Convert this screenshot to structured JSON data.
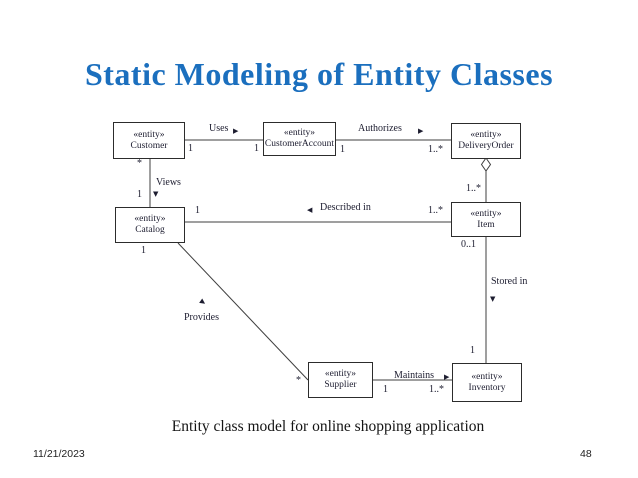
{
  "slide": {
    "title": "Static Modeling of Entity Classes",
    "caption": "Entity class model for online shopping application",
    "footer_date": "11/21/2023",
    "footer_page": "48"
  },
  "colors": {
    "title_blue": "#1b6fbe",
    "line": "#3f3f3f",
    "text": "#1d1d30"
  },
  "diagram": {
    "entities": [
      {
        "stereotype": "«entity»",
        "name": "Customer"
      },
      {
        "stereotype": "«entity»",
        "name": "CustomerAccount"
      },
      {
        "stereotype": "«entity»",
        "name": "DeliveryOrder"
      },
      {
        "stereotype": "«entity»",
        "name": "Catalog"
      },
      {
        "stereotype": "«entity»",
        "name": "Item"
      },
      {
        "stereotype": "«entity»",
        "name": "Supplier"
      },
      {
        "stereotype": "«entity»",
        "name": "Inventory"
      }
    ],
    "labels": {
      "uses": {
        "text": "Uses",
        "arrow": "▶"
      },
      "authorizes": {
        "text": "Authorizes",
        "arrow": "▶"
      },
      "views": {
        "text": "Views",
        "arrow": "▼"
      },
      "described_in": {
        "text": "Described in",
        "arrow": "◀"
      },
      "provides": {
        "text": "Provides",
        "arrow": "▶"
      },
      "stored_in": {
        "text": "Stored in",
        "arrow": "▼"
      },
      "maintains": {
        "text": "Maintains",
        "arrow": "▶"
      }
    },
    "multiplicities": {
      "customer_uses": "1",
      "account_uses": "1",
      "account_authorizes": "1",
      "deliveryorder_authorizes": "1..*",
      "customer_views": "*",
      "catalog_views": "1",
      "catalog_described_in": "1",
      "item_described_in": "1..*",
      "item_deliveryorder": "1..*",
      "item_stored_in": "0..1",
      "catalog_provides": "1",
      "supplier_provides": "*",
      "supplier_maintains": "1",
      "inventory_maintains": "1..*",
      "inventory_stored_in": "1"
    }
  }
}
